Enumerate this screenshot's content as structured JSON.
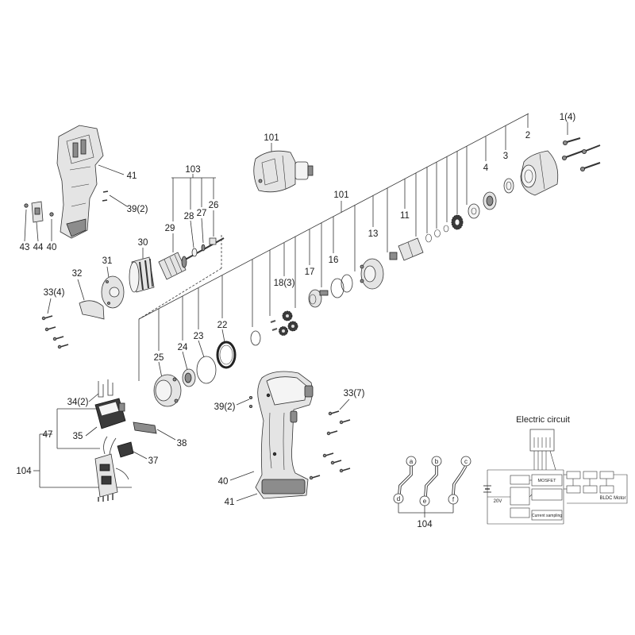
{
  "diagram": {
    "callouts": [
      "1(4)",
      "2",
      "3",
      "4",
      "101",
      "11",
      "13",
      "16",
      "17",
      "18(3)",
      "22",
      "23",
      "24",
      "25",
      "101",
      "103",
      "29",
      "28",
      "27",
      "26",
      "30",
      "31",
      "32",
      "33(4)",
      "41",
      "39(2)",
      "43",
      "44",
      "40",
      "34(2)",
      "47",
      "35",
      "38",
      "37",
      "104",
      "39(2)",
      "40",
      "41",
      "33(7)",
      "104"
    ],
    "wire_letters": [
      "a",
      "b",
      "c",
      "d",
      "e",
      "f"
    ],
    "circuit": {
      "title": "Electric circuit",
      "motor_label": "BLDC Motor",
      "voltage_label": "20V",
      "mosfet_label": "MOSFET",
      "sampling_label": "Current sampling"
    }
  }
}
